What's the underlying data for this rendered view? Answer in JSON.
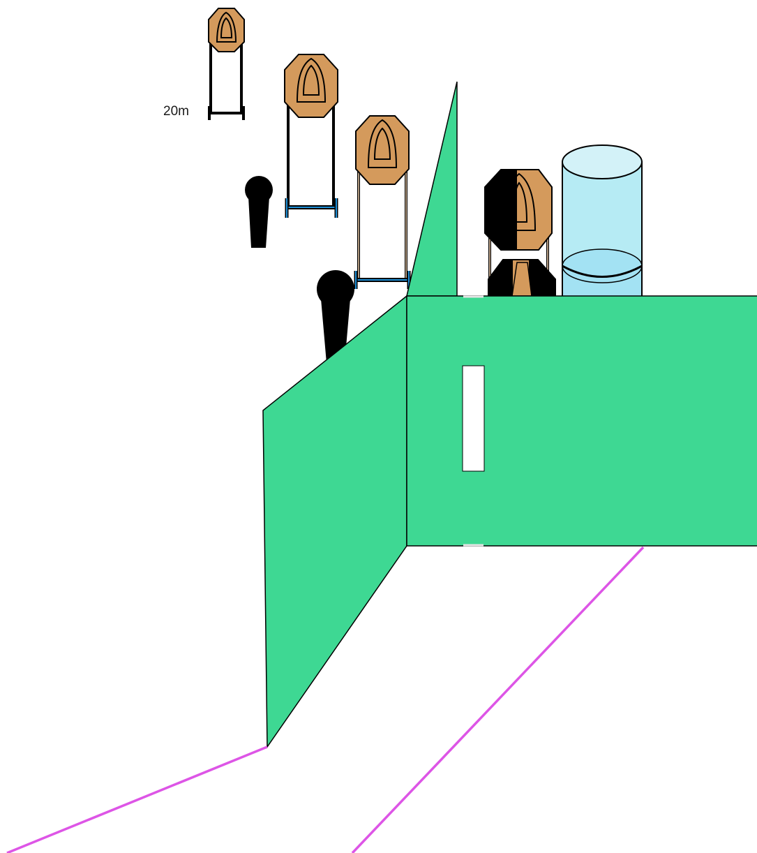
{
  "diagram": {
    "distance_marker": "20m",
    "colors": {
      "wall": "#3ed893",
      "outline": "#000000",
      "target_fill": "#d49a5c",
      "no_shoot": "#000000",
      "barrel_body": "#b6ebf4",
      "barrel_liquid": "#a3e2f3",
      "stand_frame": "#1e8fd6",
      "fault_line": "#dd55e6",
      "background": "#ffffff"
    },
    "elements": {
      "steel_targets": 3,
      "paper_targets_partial_no_shoot": 1,
      "paper_targets_lower": 1,
      "no_shoot_poppers": 2,
      "barrels": 1,
      "wall_port_openings": 1
    }
  }
}
